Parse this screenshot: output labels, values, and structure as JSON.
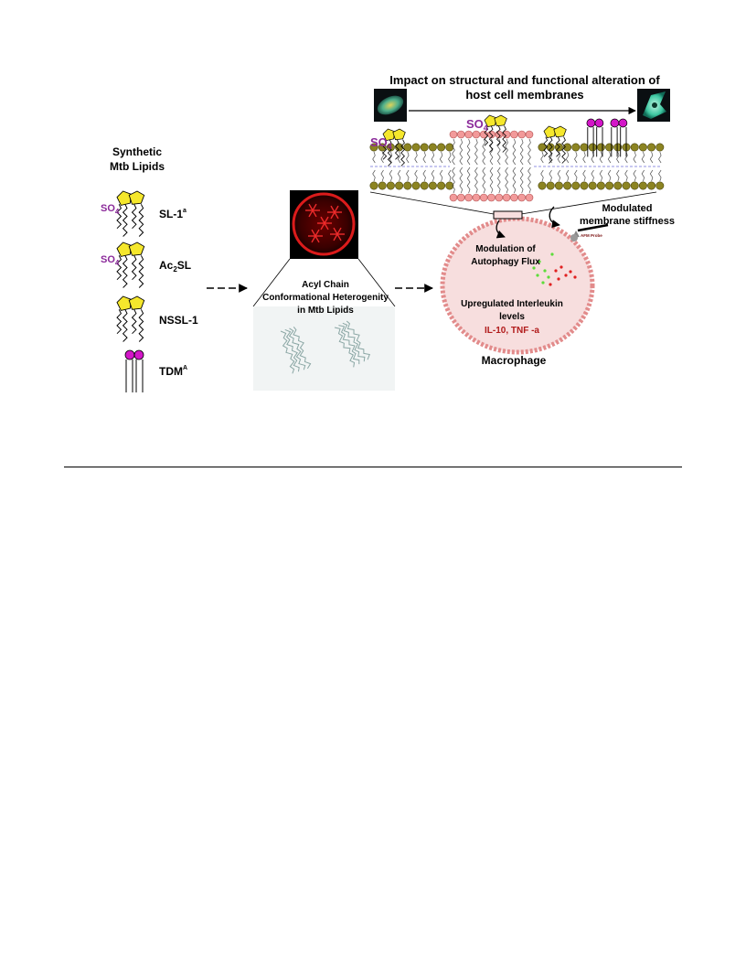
{
  "figure": {
    "header": {
      "line1": "Impact on structural and functional alteration of",
      "line2": "host cell membranes"
    },
    "synthetic_title": {
      "line1": "Synthetic",
      "line2": "Mtb Lipids"
    },
    "sulfate_label": "SO",
    "sulfate_sub": "4",
    "lipids": [
      {
        "name": "SL-1",
        "sup": "a",
        "sub": "",
        "tail": "",
        "has_sulfate": true
      },
      {
        "name": "Ac",
        "sup": "",
        "sub": "2",
        "tail": "SL",
        "has_sulfate": true
      },
      {
        "name": "NSSL-1",
        "sup": "",
        "sub": "",
        "tail": "",
        "has_sulfate": false
      },
      {
        "name": "TDM",
        "sup": "A",
        "sub": "",
        "tail": "",
        "has_sulfate": false
      }
    ],
    "acyl_title": {
      "line1": "Acyl Chain",
      "line2": "Conformational Heterogenity",
      "line3": "in Mtb Lipids"
    },
    "macrophage": {
      "modulation_line1": "Modulation of",
      "modulation_line2": "Autophagy Flux",
      "interleukin_line1": "Upregulated Interleukin",
      "interleukin_line2": "levels",
      "cytokines": "IL-10, TNF -a",
      "label": "Macrophage"
    },
    "stiffness": {
      "line1": "Modulated",
      "line2": "membrane stiffness"
    },
    "afm_probe": "AFM Probe",
    "colors": {
      "sulfate": "#8b2a9a",
      "sugar": "#f5e72c",
      "tdm_head": "#d316c8",
      "membrane_head": "#8c8422",
      "raft_head": "#f29a9a",
      "macrophage_fill": "#f7dede",
      "macrophage_border": "#e28b8b",
      "cytokine_red": "#b11b1b",
      "micrograph_red": "#e0161b"
    }
  }
}
